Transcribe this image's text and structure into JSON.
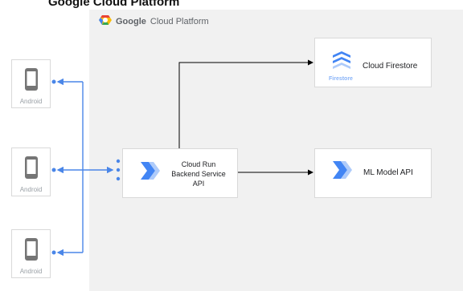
{
  "page": {
    "partial_title": "Google Cloud Platform"
  },
  "platform": {
    "brand": "Google",
    "product": "Cloud Platform"
  },
  "devices": [
    {
      "label": "Android"
    },
    {
      "label": "Android"
    },
    {
      "label": "Android"
    }
  ],
  "backend": {
    "line1": "Cloud Run",
    "line2": "Backend Service",
    "line3": "API"
  },
  "firestore": {
    "title": "Cloud Firestore",
    "icon_caption": "Firestore"
  },
  "ml": {
    "title": "ML Model API"
  },
  "colors": {
    "connector_blue": "#4a86e8",
    "connector_black": "#000000",
    "cloud_blue": "#4285f4",
    "canvas_gray": "#f1f1f1"
  },
  "icons": [
    "gcp-logo-icon",
    "android-phone-icon",
    "cloud-run-icon",
    "firestore-icon",
    "ml-model-icon"
  ]
}
